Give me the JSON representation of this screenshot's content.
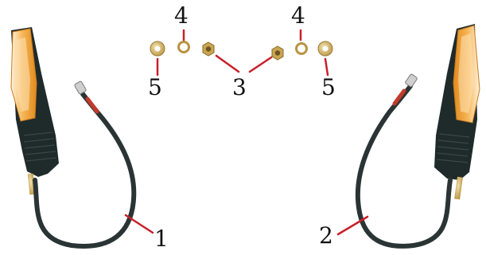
{
  "figure": {
    "parts": [
      {
        "id": "left-turn-signal",
        "number": "1"
      },
      {
        "id": "right-turn-signal",
        "number": "2"
      },
      {
        "id": "nut",
        "number": "3"
      },
      {
        "id": "lock-washer",
        "number": "4"
      },
      {
        "id": "flat-washer",
        "number": "5"
      }
    ]
  },
  "labels": {
    "n1": "1",
    "n2": "2",
    "n3": "3",
    "n4_left": "4",
    "n4_right": "4",
    "n5_left": "5",
    "n5_right": "5"
  },
  "colors": {
    "lens": "#f2a23a",
    "lens_light": "#fde3b8",
    "housing": "#1f2a2b",
    "cable": "#2b3434",
    "wire_red": "#c23a2a",
    "brass": "#d8b76a",
    "leader": "#c8202a"
  }
}
